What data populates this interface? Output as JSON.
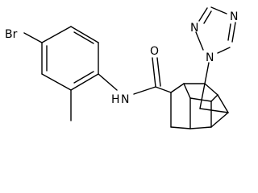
{
  "molecule": {
    "atoms": {
      "br": "Br",
      "amide_n": "N",
      "amide_h": "H",
      "carbonyl_o": "O",
      "triazole_n1": "N",
      "triazole_n2": "N",
      "triazole_n4": "N"
    }
  }
}
